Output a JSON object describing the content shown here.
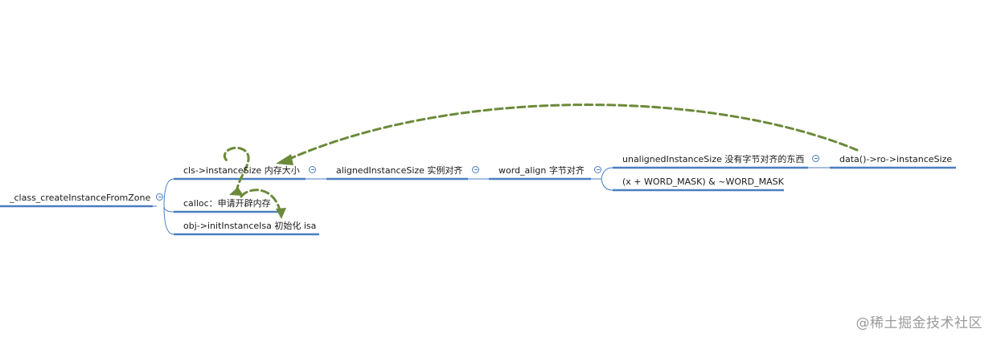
{
  "nodes": {
    "root": "_class_createInstanceFromZone",
    "cls_instance_size": "cls->instanceSize 内存大小",
    "calloc": "calloc：申请开辟内存",
    "init_isa": "obj->initInstanceIsa 初始化 isa",
    "aligned_instance_size": "alignedInstanceSize 实例对齐",
    "word_align": "word_align 字节对齐",
    "unaligned_instance_size": "unalignedInstanceSize 没有字节对齐的东西",
    "word_mask_expr": "(x + WORD_MASK) & ~WORD_MASK",
    "data_ro_instance_size": "data()->ro->instanceSize"
  },
  "colors": {
    "line": "#4a7fc0",
    "arrow": "#6b8a3a"
  },
  "watermark": "@稀土掘金技术社区"
}
